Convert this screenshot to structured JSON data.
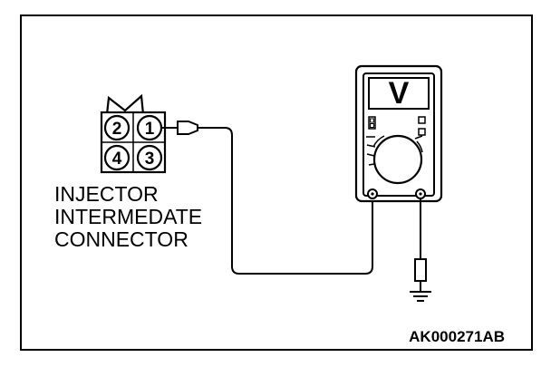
{
  "connector": {
    "label_lines": [
      "INJECTOR",
      "INTERMEDATE",
      "CONNECTOR"
    ],
    "pins": [
      "2",
      "1",
      "4",
      "3"
    ]
  },
  "meter": {
    "display_symbol": "V"
  },
  "figure_id": "AK000271AB",
  "colors": {
    "ink": "#000000",
    "paper": "#ffffff"
  }
}
